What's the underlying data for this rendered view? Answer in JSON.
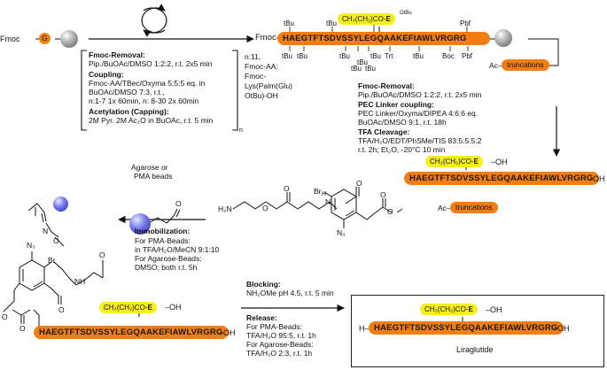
{
  "start": {
    "fmoc": "Fmoc",
    "g": "G"
  },
  "cycle_box": {
    "fmoc_removal_title": "Fmoc-Removal:",
    "fmoc_removal_text": "Pip./BuOAc/DMSO 1:2:2, r.t. 2x5 min",
    "coupling_title": "Coupling:",
    "coupling_l1": "Fmoc-AA/TBec/Oxyma 5:5:5 eq. in",
    "coupling_l2": "BuOAc/DMSO 7:3, r.t.,",
    "coupling_l3": "n:1-7 1x 60min, n: 8-30 2x 60min",
    "acetylation_title": "Acetylation (Capping):",
    "acetylation_text": "2M Pyr. 2M Ac₂O in BuOAc, r.t. 5 min",
    "subscript_n": "n"
  },
  "n11_note": {
    "l1": "n:11,",
    "l2": "Fmoc-AA:",
    "l3": "Fmoc-",
    "l4": "Lys(Palm(Glu)",
    "l5": "OtBu)-OH"
  },
  "resin_peptide": {
    "prefix": "Fmoc–",
    "sequence": "HAEGTFTSDVSSYLEGQAAKEFIAWLVRGRG",
    "lipid": "CH₃(CH₂)CO-",
    "e": "E",
    "otbu": "OtBu",
    "pg_top": [
      "tBu",
      "tBu",
      "Pbf"
    ],
    "pg_bottom": [
      "tBu",
      "tBu",
      "tBu",
      "tBu",
      "tBu",
      "Trt",
      "tBu",
      "Boc",
      "Pbf"
    ],
    "pg_bottom2": [
      "tBu",
      "tBu"
    ],
    "ac": "Ac–",
    "truncations": "truncations"
  },
  "pec_box": {
    "fmoc_removal_title": "Fmoc-Removal:",
    "fmoc_removal_text": "Pip./BuOAc/DMSO 1:2:2, r.t. 2x5 min",
    "pec_title": "PEC Linker coupling:",
    "pec_l1": "PEC Linker/Oxyma/DIPEA 4:6:6 eq.",
    "pec_l2": "BuOAc/DMSO 9:1, r.t. 18h",
    "tfa_title": "TFA Cleavage:",
    "tfa_l1": "TFA/H₂O/EDT/PhSMe/TIS 83:5:5:5:2",
    "tfa_l2": "r.t. 2h; Et₂O, -20°C 10 min"
  },
  "linker_peptide": {
    "sequence": "HAEGTFTSDVSSYLEGQAAKEFIAWLVRGRG",
    "oh": "–OH",
    "lipid": "CH₃(CH₂)CO-",
    "e": "E",
    "e_oh": "–OH",
    "ac": "Ac–",
    "truncations": "truncations",
    "h2n": "H₂N",
    "o": "O",
    "n_h": "N",
    "h": "H",
    "br": "Br",
    "n3": "N₃"
  },
  "agarose": {
    "l1": "Agarose or",
    "l2": "PMA beads",
    "o": "O"
  },
  "immob": {
    "title": "Immobilization:",
    "l1": "For PMA-Beads:",
    "l2": "in TFA/H₂O/MeCN 9:1:10",
    "l3": "For Agarose-Beads:",
    "l4": "DMSO; both r.t. 5h"
  },
  "bead_peptide": {
    "sequence": "HAEGTFTSDVSSYLEGQAAKEFIAWLVRGRG",
    "oh": "–OH",
    "lipid": "CH₃(CH₂)CO-",
    "e": "E",
    "e_oh": "–OH",
    "n3": "N₃",
    "br": "Br",
    "nh": "NH",
    "o": "O",
    "n": "N"
  },
  "blocking": {
    "title": "Blocking:",
    "text": "NH₂OMe pH 4.5, r.t. 5 min"
  },
  "release": {
    "title": "Release:",
    "l1": "For PMA-Beads:",
    "l2": "TFA/H₂O 95:5, r.t. 1h",
    "l3": "For Agarose-Beads:",
    "l4": "TFA/H₂O 2:3, r.t. 1h"
  },
  "product": {
    "h": "H–",
    "sequence": "HAEGTFTSDVSSYLEGQAAKEFIAWLVRGRG",
    "oh": "–OH",
    "lipid": "CH₃(CH₂)CO-",
    "e": "E",
    "e_oh": "–OH",
    "name": "Liraglutide"
  },
  "colors": {
    "orange": "#f07e12",
    "yellow": "#f6ef1b",
    "blue_bead": "#4f55d6",
    "gray_bead": "#8a8a8a"
  }
}
